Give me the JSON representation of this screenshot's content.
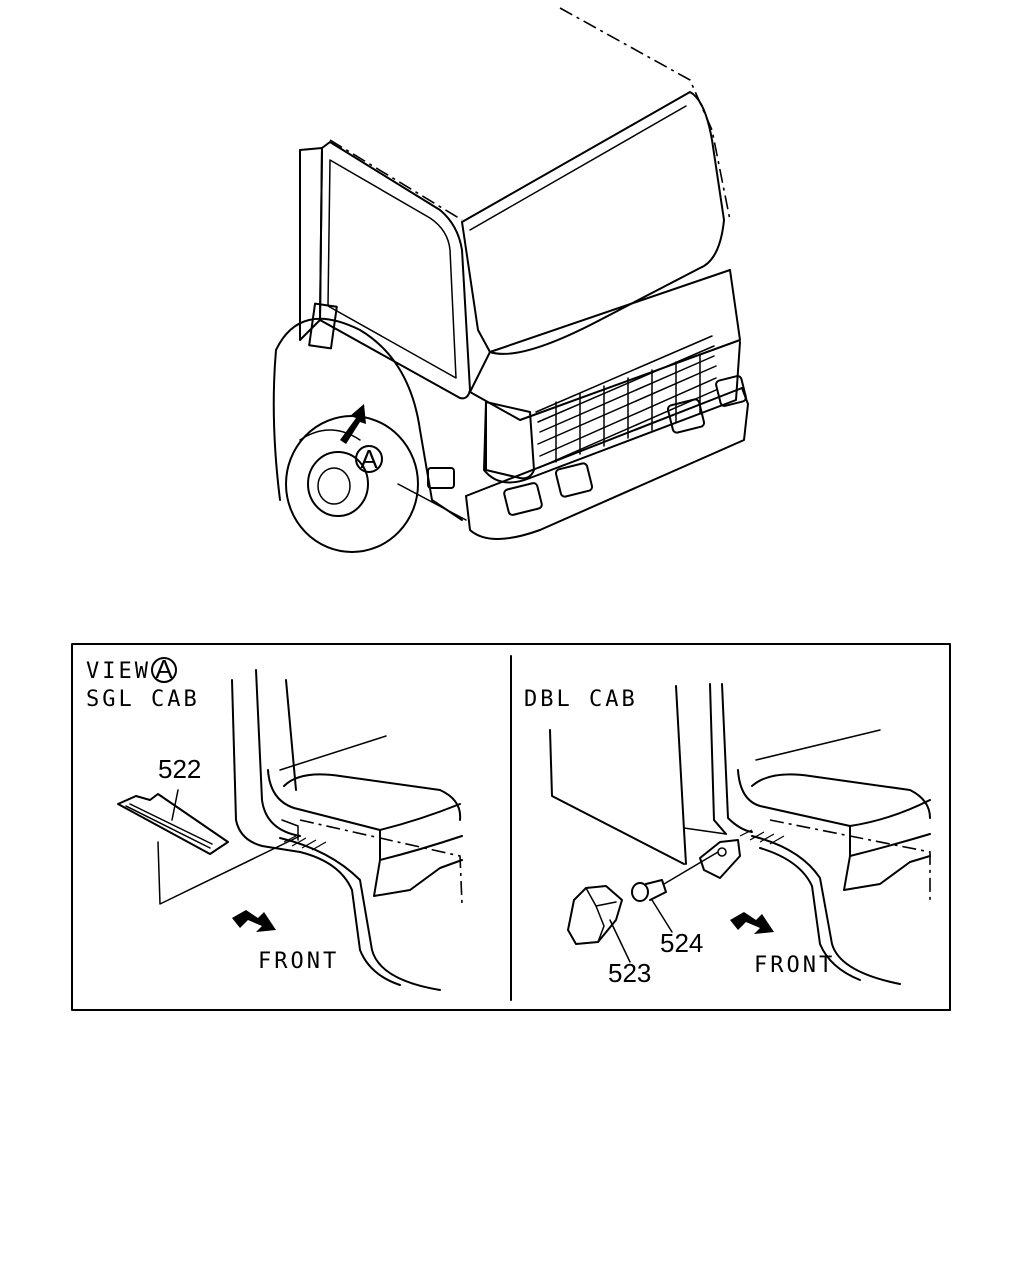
{
  "view_marker": "A",
  "left_panel": {
    "view_prefix": "VIEW",
    "view_marker": "A",
    "cab_type": "SGL CAB",
    "part_522": "522",
    "front_label": "FRONT"
  },
  "right_panel": {
    "cab_type": "DBL CAB",
    "part_523": "523",
    "part_524": "524",
    "front_label": "FRONT"
  }
}
